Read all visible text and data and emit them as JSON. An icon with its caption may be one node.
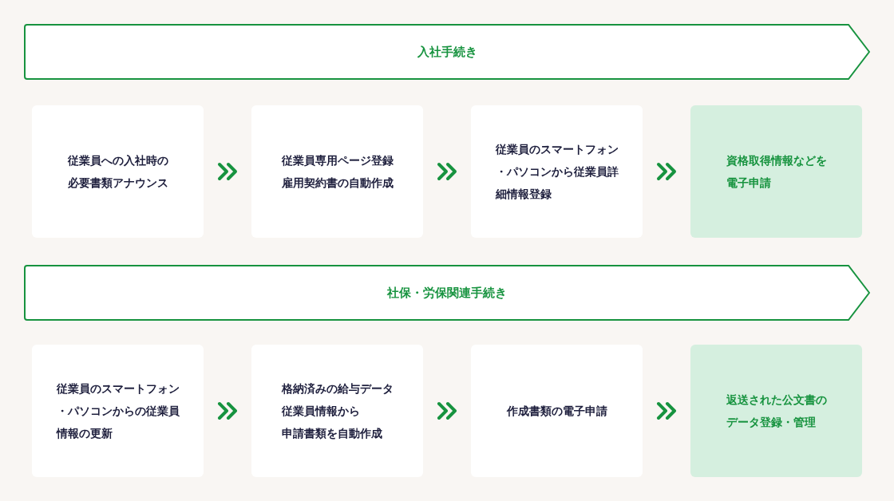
{
  "diagram": {
    "nodes": [
      {
        "text": [
          "入社手続き"
        ]
      },
      {
        "text": [
          "従業員への入社時の必要書類アナウンス"
        ]
      },
      {
        "text": [
          "従業員専用ページ登録",
          "雇用契約書の自動作成"
        ]
      },
      {
        "text": [
          "従業員のスマートフォン・パソコンから従業員詳細情報登録"
        ]
      },
      {
        "text": [
          "資格取得情報などを電子申請"
        ]
      },
      {
        "text": [
          "社保・労保関連手続き"
        ]
      },
      {
        "text": [
          "従業員のスマートフォン・パソコンからの従業員情報の更新"
        ]
      },
      {
        "text": [
          "格納済みの給与データ",
          "従業員情報から",
          "申請書類を自動作成"
        ]
      },
      {
        "text": [
          "作成書類の電子申請"
        ]
      },
      {
        "text": [
          "返送された公文書のデータ登録・管理"
        ]
      }
    ],
    "edges": [
      {
        "from": 1,
        "to": 2,
        "arrow": "to"
      },
      {
        "from": 2,
        "to": 3,
        "arrow": "to"
      },
      {
        "from": 3,
        "to": 4,
        "arrow": "to"
      },
      {
        "from": 6,
        "to": 7,
        "arrow": "to"
      },
      {
        "from": 7,
        "to": 8,
        "arrow": "to"
      },
      {
        "from": 8,
        "to": 9,
        "arrow": "to"
      }
    ]
  }
}
